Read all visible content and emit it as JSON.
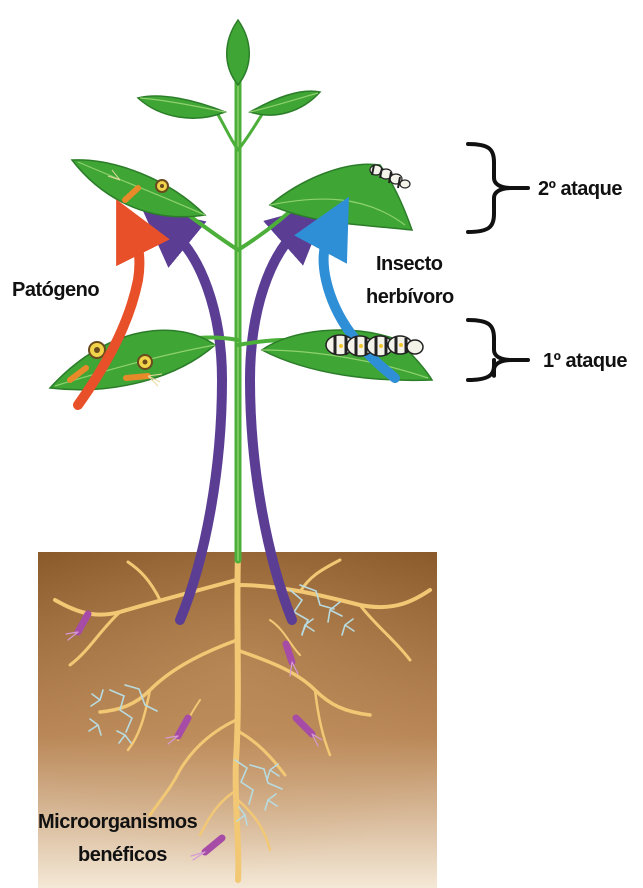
{
  "labels": {
    "pathogen": "Patógeno",
    "insect_line1": "Insecto",
    "insect_line2": "herbívoro",
    "second_attack": "2º ataque",
    "first_attack": "1º ataque",
    "microbes_line1": "Microorganismos",
    "microbes_line2": "benéficos"
  },
  "colors": {
    "soil_top": "#8b5a2b",
    "soil_bottom": "#f3e6d3",
    "leaf": "#3fa535",
    "leaf_dark": "#2c7d29",
    "stem": "#4caf3a",
    "root": "#f2c875",
    "arrow_pathogen": "#e8502a",
    "arrow_insect": "#2f8fd6",
    "arrow_signal": "#5b3e94",
    "microbe": "#a64ca6",
    "mycorrhiza": "#b8dbe0"
  },
  "icons": [
    "caterpillar-icon",
    "bracket-icon",
    "pathogen-spot-icon",
    "bacterium-icon",
    "fungal-hyphae-icon"
  ]
}
